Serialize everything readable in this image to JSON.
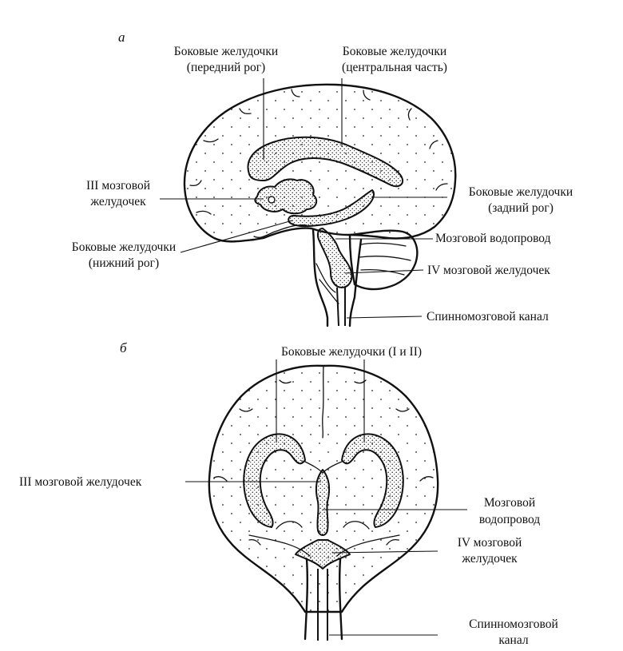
{
  "panel_a": {
    "letter": "а",
    "labels": {
      "lateral_anterior_1": "Боковые желудочки",
      "lateral_anterior_2": "(передний рог)",
      "lateral_central_1": "Боковые желудочки",
      "lateral_central_2": "(центральная часть)",
      "third_1": "III мозговой",
      "third_2": "желудочек",
      "lateral_posterior_1": "Боковые желудочки",
      "lateral_posterior_2": "(задний рог)",
      "lateral_inferior_1": "Боковые желудочки",
      "lateral_inferior_2": "(нижний рог)",
      "aqueduct": "Мозговой водопровод",
      "fourth": "IV мозговой желудочек",
      "spinal": "Спинномозговой канал"
    }
  },
  "panel_b": {
    "letter": "б",
    "labels": {
      "lateral": "Боковые желудочки (I и II)",
      "third": "III мозговой желудочек",
      "aqueduct_1": "Мозговой",
      "aqueduct_2": "водопровод",
      "fourth_1": "IV мозговой",
      "fourth_2": "желудочек",
      "spinal_1": "Спинномозговой",
      "spinal_2": "канал"
    }
  }
}
